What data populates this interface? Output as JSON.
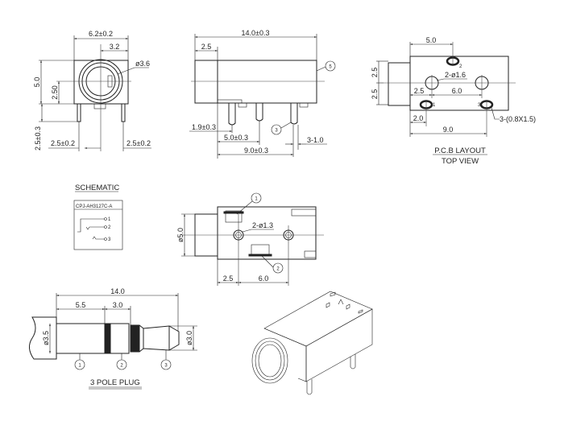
{
  "front_view": {
    "width_dim": "6.2±0.2",
    "offset_dim": "3.2",
    "bore_dim": "ø3.6",
    "height_dim": "5.0",
    "center_dim": "2.50",
    "pin_len_dim": "2.5±0.3",
    "pin_left_dim": "2.5±0.2",
    "pin_right_dim": "2.5±0.2"
  },
  "side_view": {
    "length_dim": "14.0±0.3",
    "front_dim": "2.5",
    "callout_5": "5",
    "callout_3": "3",
    "pin1_dim": "1.9±0.3",
    "pin2_dim": "5.0±0.3",
    "pin3_dim": "9.0±0.3",
    "pin_width_dim": "3-1.0"
  },
  "pcb_layout": {
    "dim_5": "5.0",
    "hole_dim": "2-ø1.6",
    "dim_2_5": "2.5",
    "dim_6": "6.0",
    "dim_2": "2.0",
    "dim_9": "9.0",
    "slot_dim": "3-(0.8X1.5)",
    "vert_dim_top": "2.5",
    "vert_dim_bottom": "2.5",
    "pin_labels": [
      "1",
      "2",
      "3"
    ],
    "title": "P.C.B LAYOUT",
    "subtitle": "TOP VIEW"
  },
  "schematic": {
    "title": "SCHEMATIC",
    "part_number": "CPJ-AH3127C-A",
    "pins": [
      "1",
      "2",
      "3"
    ]
  },
  "bottom_view": {
    "dia_dim": "ø5.0",
    "hole_dim": "2-ø1.3",
    "dim_2_5": "2.5",
    "dim_6": "6.0",
    "callout_1": "1",
    "callout_2": "2"
  },
  "plug": {
    "length_dim": "14.0",
    "dim_5_5": "5.5",
    "dim_3_0": "3.0",
    "dia_3_5": "ø3.5",
    "dia_3_0": "ø3.0",
    "callouts": [
      "1",
      "2",
      "3"
    ],
    "title": "3 POLE PLUG"
  }
}
